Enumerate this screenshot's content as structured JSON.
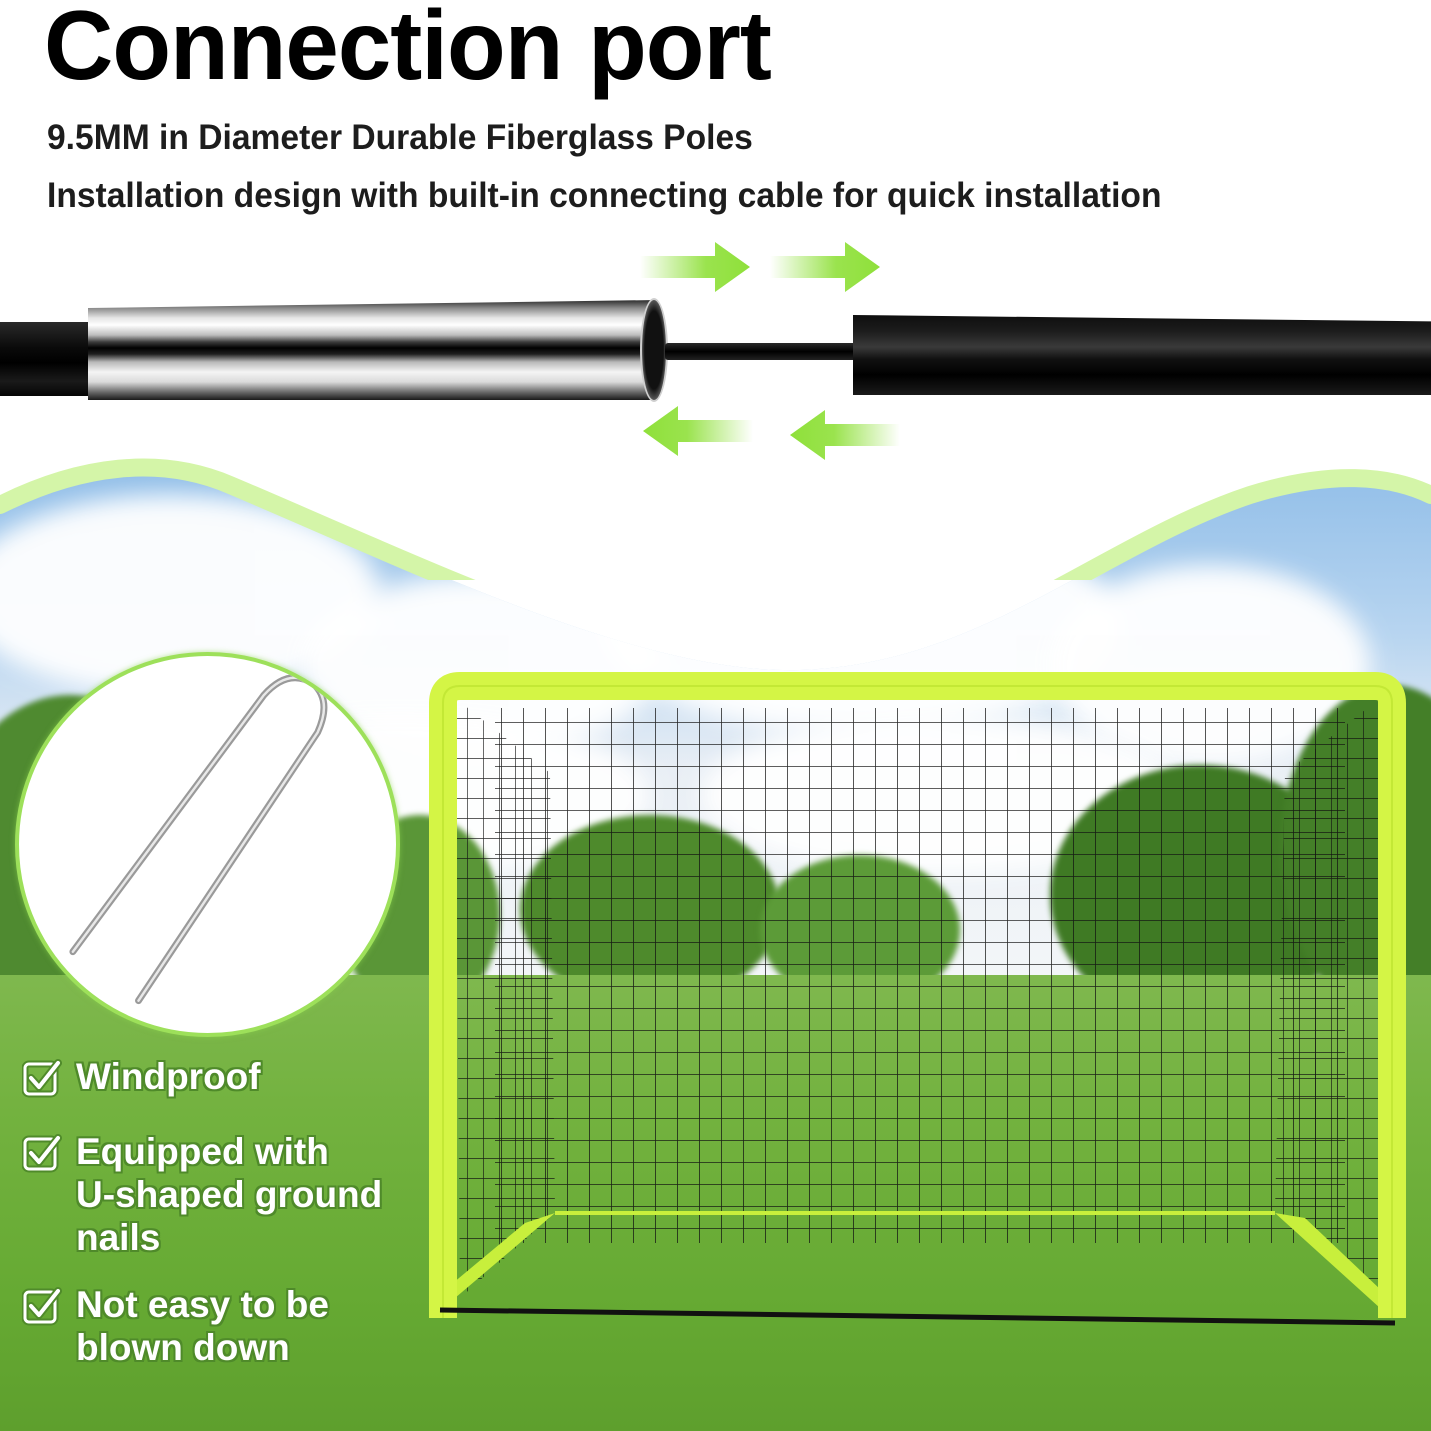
{
  "header": {
    "title": "Connection port",
    "subtitle_line1": "9.5MM in Diameter Durable Fiberglass Poles",
    "subtitle_line2": "Installation design with built-in connecting cable for quick installation"
  },
  "diagram": {
    "components": [
      "fiberglass-pole-left",
      "metal-ferrule",
      "connecting-cable",
      "fiberglass-pole-right"
    ],
    "arrows": [
      {
        "direction": "right",
        "position": "top-left"
      },
      {
        "direction": "right",
        "position": "top-right"
      },
      {
        "direction": "left",
        "position": "bottom-left"
      },
      {
        "direction": "left",
        "position": "bottom-right"
      }
    ]
  },
  "stake_inset": {
    "icon": "u-shaped-ground-nail-icon"
  },
  "features": [
    {
      "icon": "checkbox-checked-icon",
      "lines": [
        "Windproof"
      ]
    },
    {
      "icon": "checkbox-checked-icon",
      "lines": [
        "Equipped with",
        "U-shaped ground",
        "nails"
      ]
    },
    {
      "icon": "checkbox-checked-icon",
      "lines": [
        "Not easy to be",
        "blown down"
      ]
    }
  ],
  "colors": {
    "accent_green": "#8fe03a",
    "wave_green": "#d4f5a8",
    "goal_frame": "#d4f545",
    "text_dark": "#1d1d1d",
    "feature_outline": "#4f8a2a",
    "grass": "#6aad37"
  }
}
